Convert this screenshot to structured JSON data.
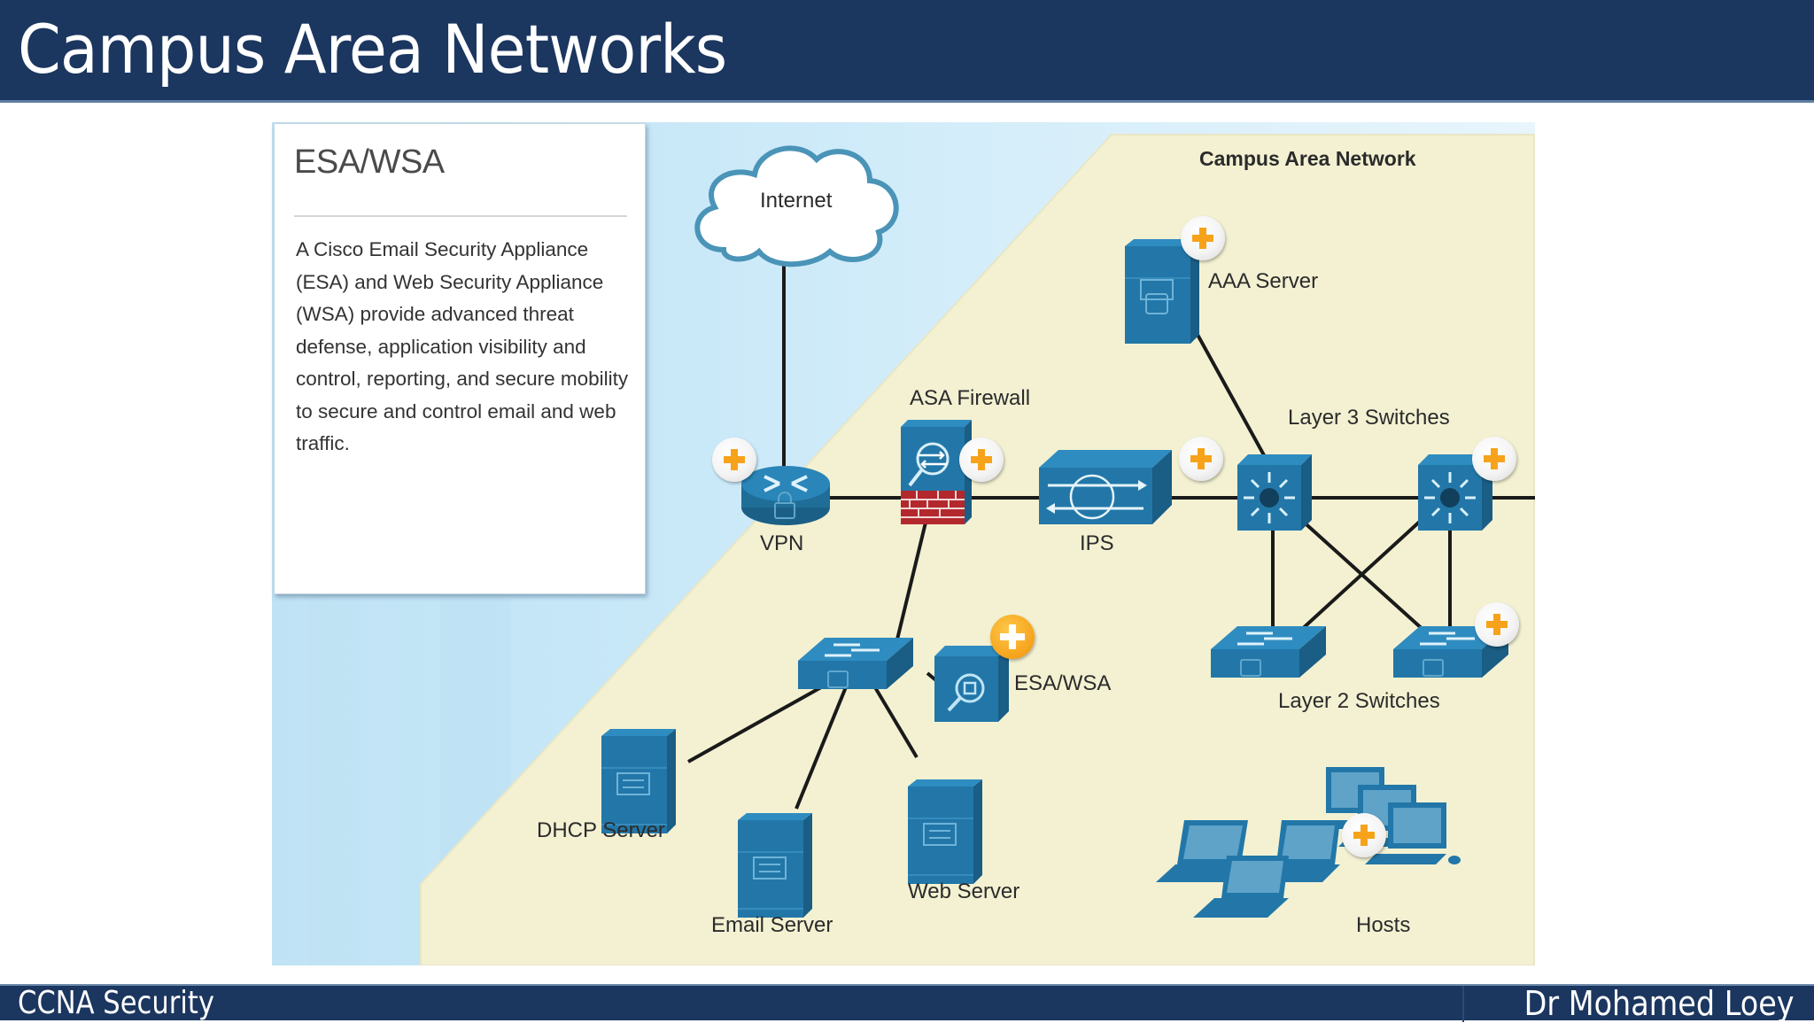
{
  "slide": {
    "title": "Campus Area Networks",
    "footer_left": "CCNA Security",
    "footer_right": "Dr Mohamed Loey"
  },
  "info_card": {
    "title": "ESA/WSA",
    "body": "A Cisco Email Security Appliance (ESA) and Web Security Appliance (WSA) provide advanced threat defense, application visibility and control, reporting, and secure mobility to secure and control email and web traffic."
  },
  "diagram": {
    "region_label": "Campus Area Network",
    "colors": {
      "header_bg": "#1b365f",
      "outside_bg": "#c8e8f8",
      "campus_bg": "#f3f1d2",
      "device_blue": "#2277a8",
      "plus_orange": "#f6a31b",
      "firewall_red": "#b3282d"
    },
    "devices": [
      {
        "id": "internet",
        "label": "Internet",
        "icon": "cloud-icon"
      },
      {
        "id": "vpn",
        "label": "VPN",
        "icon": "vpn-router-icon"
      },
      {
        "id": "asa",
        "label": "ASA Firewall",
        "icon": "firewall-icon"
      },
      {
        "id": "ips",
        "label": "IPS",
        "icon": "ips-icon"
      },
      {
        "id": "aaa",
        "label": "AAA Server",
        "icon": "server-lock-icon"
      },
      {
        "id": "l3",
        "label": "Layer 3 Switches",
        "icon": "layer3-switch-icon"
      },
      {
        "id": "l2",
        "label": "Layer 2 Switches",
        "icon": "layer2-switch-icon"
      },
      {
        "id": "esa",
        "label": "ESA/WSA",
        "icon": "esa-wsa-icon"
      },
      {
        "id": "dhcp",
        "label": "DHCP Server",
        "icon": "server-icon"
      },
      {
        "id": "email",
        "label": "Email Server",
        "icon": "server-icon"
      },
      {
        "id": "web",
        "label": "Web Server",
        "icon": "server-icon"
      },
      {
        "id": "hosts",
        "label": "Hosts",
        "icon": "hosts-icon"
      }
    ],
    "hotspots": [
      {
        "target": "vpn",
        "state": "default"
      },
      {
        "target": "asa",
        "state": "default"
      },
      {
        "target": "ips",
        "state": "default"
      },
      {
        "target": "aaa",
        "state": "default"
      },
      {
        "target": "l3",
        "state": "default"
      },
      {
        "target": "l2",
        "state": "default"
      },
      {
        "target": "esa",
        "state": "active"
      },
      {
        "target": "hosts",
        "state": "default"
      }
    ],
    "links": [
      [
        "internet",
        "vpn"
      ],
      [
        "vpn",
        "asa"
      ],
      [
        "asa",
        "ips"
      ],
      [
        "ips",
        "l3-left"
      ],
      [
        "l3-left",
        "l3-right"
      ],
      [
        "aaa",
        "l3-left"
      ],
      [
        "l3-left",
        "l2-left"
      ],
      [
        "l3-left",
        "l2-right"
      ],
      [
        "l3-right",
        "l2-left"
      ],
      [
        "l3-right",
        "l2-right"
      ],
      [
        "asa",
        "access-switch"
      ],
      [
        "access-switch",
        "esa"
      ],
      [
        "access-switch",
        "dhcp"
      ],
      [
        "access-switch",
        "email"
      ],
      [
        "access-switch",
        "web"
      ]
    ]
  }
}
